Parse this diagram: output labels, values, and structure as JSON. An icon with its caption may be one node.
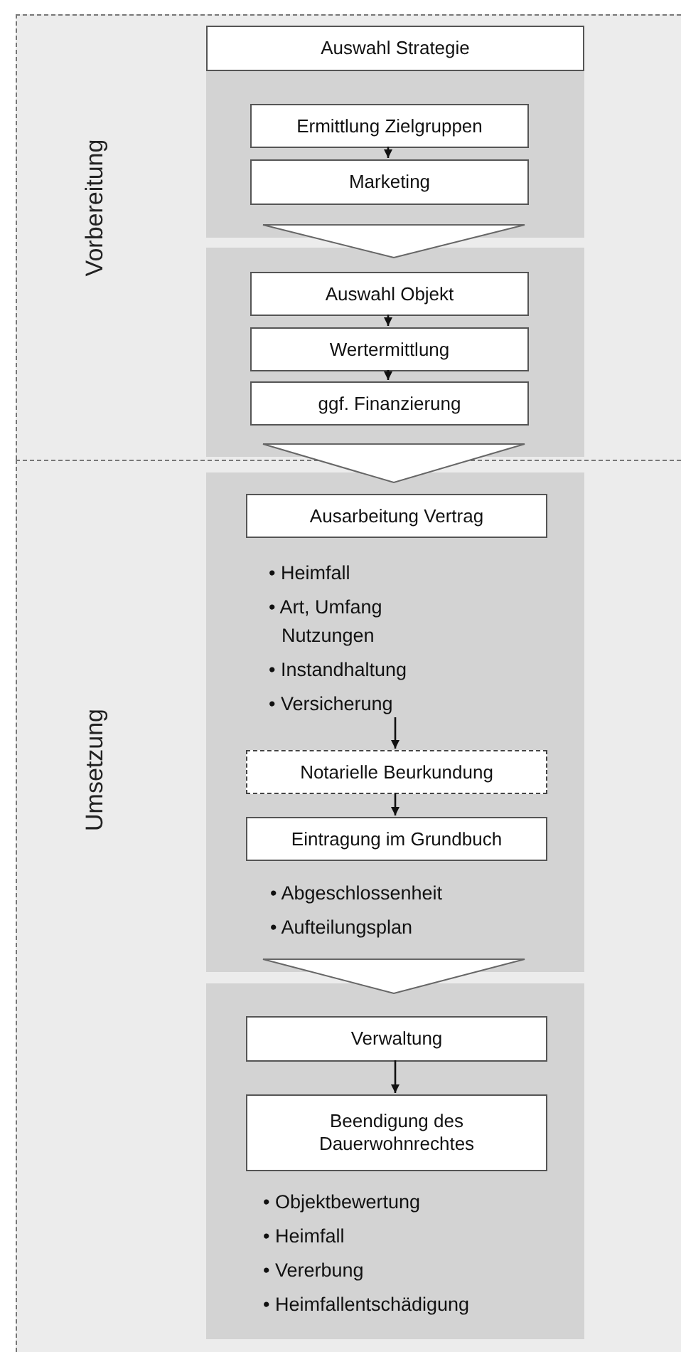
{
  "diagram": {
    "nodes": [
      {
        "text": [
          "Vorbereitung"
        ]
      },
      {
        "text": [
          "Auswahl Strategie"
        ],
        "in": 0
      },
      {
        "text": [],
        "shape": "box",
        "in": 0
      },
      {
        "text": [
          "Ermittlung Zielgruppen"
        ],
        "in": 2
      },
      {
        "text": [
          "Marketing"
        ],
        "in": 2
      },
      {
        "text": [],
        "shape": "box",
        "in": 0
      },
      {
        "text": [
          "Auswahl Objekt"
        ],
        "in": 5
      },
      {
        "text": [
          "Wertermittlung"
        ],
        "in": 5
      },
      {
        "text": [
          "ggf. Finanzierung"
        ],
        "in": 5
      },
      {
        "text": [
          "Umsetzung"
        ]
      },
      {
        "text": [],
        "shape": "box",
        "in": 9
      },
      {
        "text": [
          "Ausarbeitung Vertrag"
        ],
        "in": 10
      },
      {
        "text": [
          "• Heimfall",
          "• Art, Umfang Nutzungen",
          "• Instandhaltung",
          "• Versicherung"
        ],
        "in": 10
      },
      {
        "text": [
          "Notarielle Beurkundung"
        ],
        "in": 10
      },
      {
        "text": [
          "Eintragung im Grundbuch"
        ],
        "in": 10
      },
      {
        "text": [],
        "shape": "box",
        "in": 9
      },
      {
        "text": [
          "Verwaltung"
        ],
        "in": 15
      },
      {
        "text": [
          "Beendigung des Dauerwohnrechtes"
        ],
        "in": 15
      }
    ],
    "edges": [
      {
        "from": 3,
        "to": 4,
        "arrow": "to"
      },
      {
        "from": 2,
        "to": 5,
        "arrow": "to"
      },
      {
        "from": 6,
        "to": 7,
        "arrow": "to"
      },
      {
        "from": 7,
        "to": 8,
        "arrow": "to"
      },
      {
        "from": 5,
        "to": 10,
        "arrow": "to"
      },
      {
        "from": 12,
        "to": 13,
        "arrow": "to"
      },
      {
        "from": 13,
        "to": 14,
        "arrow": "to"
      },
      {
        "from": 10,
        "to": 15,
        "arrow": "to"
      },
      {
        "from": 16,
        "to": 17,
        "arrow": "to"
      }
    ],
    "labels": [
      "• Abgeschlossenheit",
      "• Aufteilungsplan",
      "• Objektbewertung",
      "• Heimfall",
      "• Vererbung",
      "• Heimfallentschädigung"
    ]
  }
}
